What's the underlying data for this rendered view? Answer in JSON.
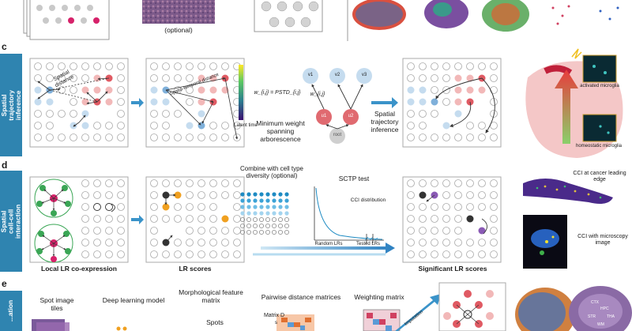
{
  "panel_b_top": {
    "optional": "(optional)"
  },
  "panel_c": {
    "letter": "c",
    "sidebar": "Spatial trajectory inference",
    "spatial_distance": "Spatial distance",
    "spatio_temporal_distance": "Spatio-temporal distance",
    "latent_time": "Latent time",
    "formula": "w_{i,j} = PSTD_{i,j}",
    "edge_label": "w_{i,j}",
    "mst_caption": "Minimum weight spanning arborescence",
    "root": "root",
    "sti_caption": "Spatial trajectory inference",
    "activated_microglia": "activated microglia",
    "homeostatic_microglia": "homeostatic microglia",
    "node_labels": [
      "v1",
      "v2",
      "v3",
      "u1",
      "u2"
    ]
  },
  "panel_d": {
    "letter": "d",
    "sidebar": "Spatial cell-cell interaction",
    "local_lr": "Local LR co-expression",
    "lr_scores": "LR scores",
    "combine": "Combine with cell type diversity (optional)",
    "sctp_test": "SCTP test",
    "cci_distribution": "CCI distribution",
    "random_lrs": "Random LRs",
    "tested_lrs": "Tested LRs",
    "significant": "Significant LR scores",
    "cci_cancer": "CCI at cancer leading edge",
    "cci_microscopy": "CCI with microscopy image"
  },
  "panel_e": {
    "letter": "e",
    "sidebar": "...ation",
    "spot_tiles": "Spot image tiles",
    "deep_learning": "Deep learning model",
    "morph_matrix": "Morphological feature matrix",
    "pairwise": "Pairwise distance matrices",
    "weighting": "Weighting matrix",
    "spots": "Spots",
    "matrix_d": "Matrix D",
    "imputation": "Imputation"
  },
  "colors": {
    "sidebar_blue": "#2f84b0",
    "arrow_blue": "#3a93c9",
    "node_red": "#e05a63",
    "node_blue": "#c5dcef",
    "node_orange": "#f0a020",
    "node_green": "#3aa655"
  }
}
